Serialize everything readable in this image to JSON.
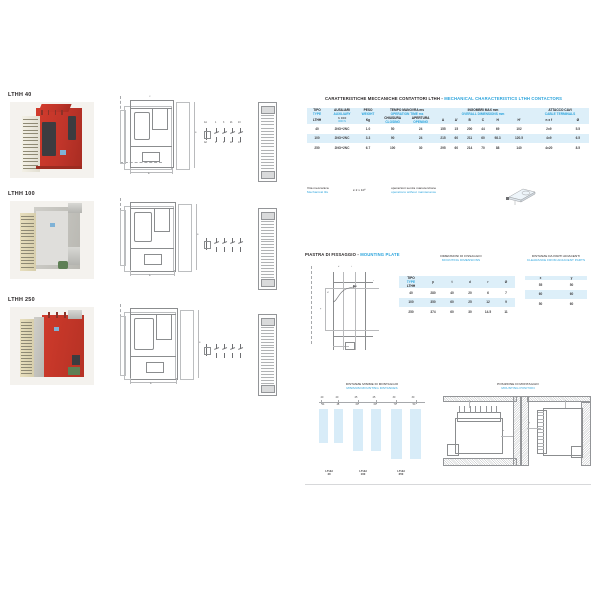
{
  "products": [
    {
      "name": "LTHH 40",
      "style": "red-white"
    },
    {
      "name": "LTHH 100",
      "style": "grey"
    },
    {
      "name": "LTHH 250",
      "style": "red-tan"
    }
  ],
  "main_table": {
    "title_it": "CARATTERISTICHE MECCANICHE CONTATTORI LTHH -",
    "title_en": " MECHANICAL CHARACTERISTICS LTHH CONTACTORS",
    "groups": [
      {
        "it": "TIPO",
        "en": "TYPE"
      },
      {
        "it": "AUSILIARI",
        "en": "AUXILIARY"
      },
      {
        "it": "PESO",
        "en": "WEIGHT"
      },
      {
        "it": "TEMPO MANOVRA ms",
        "en": "OPERATION TIME ms"
      },
      {
        "it": "INGOMBRI MAX mm",
        "en": "OVERALL DIMENSIONS mm"
      },
      {
        "it": "ATTACCO CAVI",
        "en": "CABLE TERMINALS"
      }
    ],
    "subheads": [
      {
        "it": "LTHH",
        "en": ""
      },
      {
        "it": "N. 0000",
        "en": "0000 N"
      },
      {
        "it": "Kg",
        "en": ""
      },
      {
        "it": "CHIUSURA",
        "en": "CLOSING"
      },
      {
        "it": "APERTURA",
        "en": "OPENING"
      },
      {
        "it": "A",
        "en": ""
      },
      {
        "it": "A'",
        "en": ""
      },
      {
        "it": "B",
        "en": ""
      },
      {
        "it": "C",
        "en": ""
      },
      {
        "it": "H",
        "en": ""
      },
      {
        "it": "H'",
        "en": ""
      },
      {
        "it": "n x f",
        "en": ""
      },
      {
        "it": "Ø",
        "en": ""
      }
    ],
    "rows": [
      {
        "type": "40",
        "aux": "2NO+2NC",
        "weight": "1.0",
        "closing": "50",
        "opening": "24",
        "A": "155",
        "Ap": "15",
        "B": "200",
        "C": "44",
        "H": "69",
        "Hp": "102",
        "nxf": "2x9",
        "dia": "5.5"
      },
      {
        "type": "100",
        "aux": "2NO+2NC",
        "weight": "3.3",
        "closing": "90",
        "opening": "24",
        "A": "215",
        "Ap": "60",
        "B": "211",
        "C": "60",
        "H": "98.3",
        "Hp": "120.5",
        "nxf": "4x9",
        "dia": "6.5"
      },
      {
        "type": "250",
        "aux": "2NO+2NC",
        "weight": "6.7",
        "closing": "100",
        "opening": "30",
        "A": "295",
        "Ap": "60",
        "B": "214",
        "C": "70",
        "H": "88",
        "Hp": "140",
        "nxf": "4x20",
        "dia": "8.5"
      }
    ]
  },
  "mech_life": {
    "label_it": "Vita meccanica",
    "label_en": "Mechanical life",
    "value": "≥ 2 x 10⁶",
    "note_it": "operazioni senza manutenzione",
    "note_en": "operations without maintenance"
  },
  "mounting_plate": {
    "title_it": "PIASTRA DI FISSAGGIO -",
    "title_en": " MOUNTING PLATE",
    "group1_it": "DIMENSIONI DI FISSAGGIO",
    "group1_en": "MOUNTING DIMENSIONS",
    "group2_it": "DISTANZE DA PARTI ADIACENTI",
    "group2_en": "CLEARANCE FROM ADJACENT PARTS",
    "head_type_it": "TIPO",
    "head_type_en": "TYPE",
    "head_sub": "LTHH",
    "cols": [
      "p",
      "t",
      "d",
      "r",
      "Ø",
      "x",
      "y"
    ],
    "rows": [
      {
        "type": "40",
        "p": "280",
        "t": "40",
        "d": "20",
        "r": "6",
        "dia": "7",
        "x": "55",
        "y": "50"
      },
      {
        "type": "100",
        "p": "350",
        "t": "60",
        "d": "25",
        "r": "12",
        "dia": "9",
        "x": "60",
        "y": "60"
      },
      {
        "type": "250",
        "p": "374",
        "t": "60",
        "d": "30",
        "r": "14.5",
        "dia": "11",
        "x": "50",
        "y": "60"
      }
    ],
    "drawing_labels": [
      "d",
      "t",
      "r",
      "p",
      "Ø"
    ]
  },
  "mounting_distances": {
    "title_it": "DISTANZE MINIME DI MONTAGGIO",
    "title_en": "MINIMUM MOUNTING DISTANCES",
    "bars": [
      {
        "value": "44",
        "top": "20"
      },
      {
        "value": "44",
        "top": "20"
      },
      {
        "value": "60",
        "top": "25"
      },
      {
        "value": "60",
        "top": "25"
      },
      {
        "value": "70",
        "top": "30"
      },
      {
        "value": "50",
        "top": "30"
      }
    ],
    "groups": [
      {
        "it": "LTHH",
        "num": "40"
      },
      {
        "it": "LTHH",
        "num": "100"
      },
      {
        "it": "LTHH",
        "num": "250"
      }
    ]
  },
  "mounting_position": {
    "title_it": "POSIZIONE DI MONTAGGIO",
    "title_en": "MOUNTING POSITION",
    "labels": [
      "y",
      "x",
      "y",
      "x"
    ]
  },
  "schematic": {
    "coil": [
      "A1",
      "A2"
    ],
    "contacts_top": [
      "1",
      "3",
      "21",
      "13"
    ],
    "contacts_bottom": [
      "2",
      "4",
      "22",
      "14"
    ]
  },
  "colors": {
    "accent": "#29a3dc",
    "table_band": "#ddeff9",
    "ink": "#231f20",
    "line": "#8b8d8f"
  }
}
